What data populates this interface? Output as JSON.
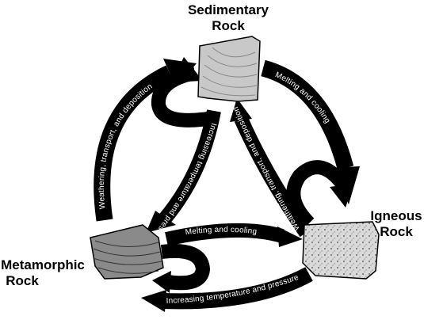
{
  "nodes": {
    "sedimentary": {
      "line1": "Sedimentary",
      "line2": "Rock"
    },
    "igneous": {
      "line1": "Igneous",
      "line2": "Rock"
    },
    "metamorphic": {
      "line1": "Metamorphic",
      "line2": "Rock"
    }
  },
  "arrows": {
    "sed_to_ign": "Melting and cooling",
    "ign_to_sed": "Weathering, transport, and deposition",
    "sed_to_met": "Increasing temperature and pressure",
    "met_to_sed": "Weathering, transport, and deposition",
    "met_to_ign": "Melting and cooling",
    "ign_to_met": "Increasing temperature and pressure"
  },
  "colors": {
    "arrow": "#000000",
    "sedimentary_rock": "#c8c8c8",
    "igneous_rock": "#d6d6d6",
    "metamorphic_rock": "#8a8a8a",
    "label_text_on_arrow": "#ffffff"
  }
}
